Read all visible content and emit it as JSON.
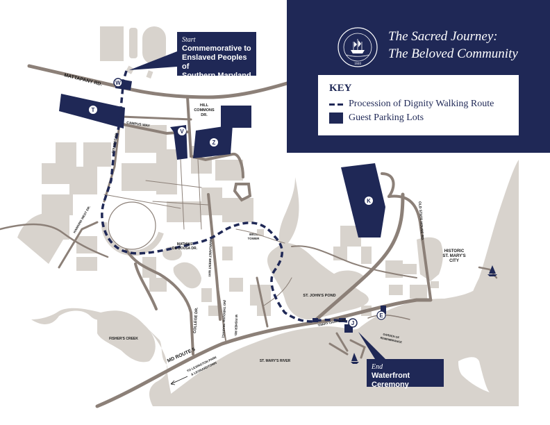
{
  "header": {
    "title_line1": "The Sacred Journey:",
    "title_line2": "The Beloved Community",
    "seal": {
      "text_ring": "ST. MARY'S COLLEGE OF MARYLAND",
      "year": "1840",
      "icon": "ship-seal-icon"
    }
  },
  "key": {
    "title": "KEY",
    "items": [
      {
        "label": "Procession of Dignity Walking Route",
        "symbol": "dashed-line"
      },
      {
        "label": "Guest Parking Lots",
        "symbol": "filled-square"
      }
    ]
  },
  "callouts": {
    "start": {
      "tag": "Start",
      "text": "Commemorative to Enslaved Peoples of Southern Maryland",
      "line1": "Commemorative to",
      "line2": "Enslaved Peoples of",
      "line3": "Southern Maryland"
    },
    "end": {
      "tag": "End",
      "text": "Waterfront Ceremony"
    }
  },
  "parking_lots": [
    "W",
    "T",
    "V",
    "Z",
    "K",
    "J",
    "E"
  ],
  "road_labels": {
    "mattapany": "MATTAPANY RD.",
    "campus_way": "CAMPUS WAY",
    "hill_commons_1": "HILL",
    "hill_commons_2": "COMMONS",
    "hill_commons_3": "DR.",
    "college_dr_north": "COLLEGE DR.",
    "college_dr_south": "COLLEGE DR.",
    "mathias_1": "MATHIAS",
    "mathias_2": "DE SOUSA DR.",
    "margaret": "MARGARET BRENT WAY",
    "no_through": "(NO THROUGH TRAFFIC)",
    "fisher": "W FISHER RD.",
    "hawkins": "HAWKINS WEST DR.",
    "old_state_house": "OLD STATE HOUSE RD.",
    "trinity": "TRINITY CHURCH RD.",
    "md_route": "MD ROUTE 5",
    "lexington_1": "TO LEXINGTON PARK",
    "lexington_2": "& LEONARDTOWN"
  },
  "place_labels": {
    "bell_tower_1": "BELL",
    "bell_tower_2": "TOWER",
    "st_johns_pond": "ST. JOHN'S POND",
    "historic_1": "HISTORIC",
    "historic_2": "ST. MARY'S",
    "historic_3": "CITY",
    "fishers_creek": "FISHER'S CREEK",
    "st_marys_river": "ST. MARY'S RIVER",
    "garden_1": "GARDEN OF",
    "garden_2": "REMEMBRANCE"
  },
  "colors": {
    "navy": "#1f2856",
    "water": "#d8d3cd",
    "building": "#d8d3cd",
    "road": "#8c8078",
    "background": "#ffffff"
  }
}
